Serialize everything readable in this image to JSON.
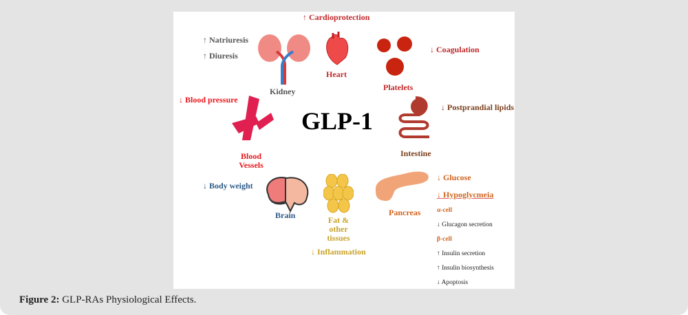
{
  "figure": {
    "center_label": "GLP-1",
    "cardioprotection": "↑ Cardioprotection",
    "natriuresis": "↑ Natriuresis",
    "diuresis": "↑ Diuresis",
    "kidney": "Kidney",
    "heart": "Heart",
    "platelets": "Platelets",
    "coagulation": "↓ Coagulation",
    "blood_pressure": "↓ Blood pressure",
    "blood_vessels_1": "Blood",
    "blood_vessels_2": "Vessels",
    "postprandial_lipids": "↓ Postprandial lipids",
    "intestine": "Intestine",
    "body_weight": "↓ Body weight",
    "brain": "Brain",
    "fat_1": "Fat &",
    "fat_2": "other",
    "fat_3": "tissues",
    "inflammation": "↓ Inflammation",
    "pancreas": "Pancreas",
    "glucose": "↓ Glucose",
    "hypoglycemia": "↓ Hypoglycmeia",
    "alpha_cell": "α-cell",
    "glucagon": "↓ Glucagon secretion",
    "beta_cell": "β-cell",
    "insulin_secretion": "↑ Insulin secretion",
    "insulin_biosynthesis": "↑ Insulin biosynthesis",
    "apoptosis": "↓ Apoptosis"
  },
  "caption": {
    "label": "Figure 2:",
    "text": " GLP-RAs Physiological Effects."
  },
  "colors": {
    "red": "#e8161b",
    "darkred": "#c0282a",
    "gray": "#555555",
    "brown": "#7b3f1d",
    "blue": "#2c5a87",
    "gold": "#c9a227",
    "orange": "#d0641e"
  }
}
